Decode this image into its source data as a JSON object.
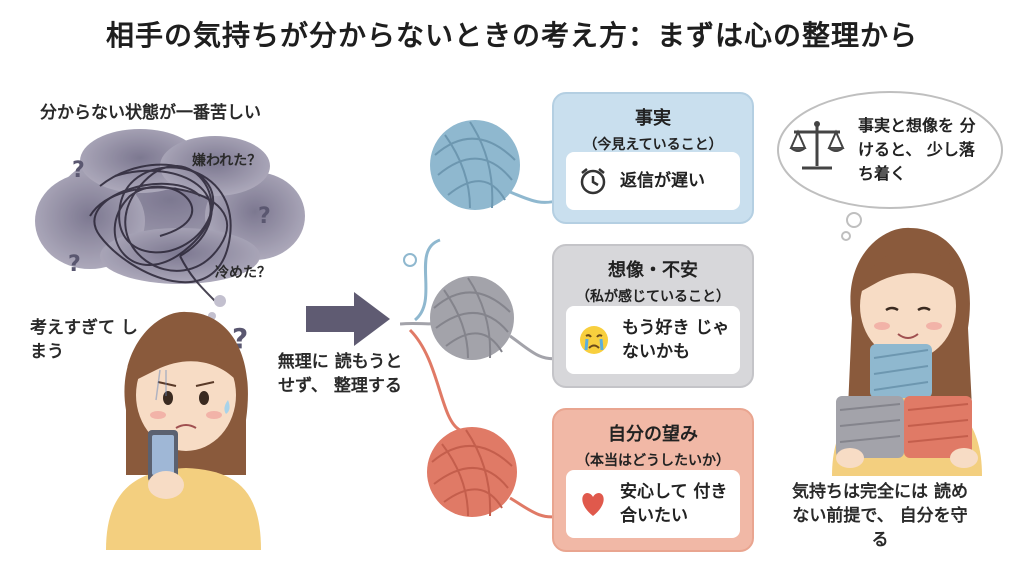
{
  "title": "相手の気持ちが分からないときの考え方：まずは心の整理から",
  "left": {
    "top_label": "分からない状態が一番苦しい",
    "thoughts": [
      "嫌われた？",
      "冷めた？"
    ],
    "overthinking_label": "考えすぎて しまう"
  },
  "middle": {
    "arrow_label": "無理に 読もうとせず、 整理する"
  },
  "cards": [
    {
      "title": "事実",
      "subtitle": "（今見えていること）",
      "icon": "alarm-clock-icon",
      "text": "返信が遅い",
      "color": "#c9dfee"
    },
    {
      "title": "想像・不安",
      "subtitle": "（私が感じていること）",
      "icon": "crying-face-icon",
      "text": "もう好き じゃないかも",
      "color": "#d7d7da"
    },
    {
      "title": "自分の望み",
      "subtitle": "（本当はどうしたいか）",
      "icon": "heart-icon",
      "text": "安心して 付き合いたい",
      "color": "#f1b8a6"
    }
  ],
  "right": {
    "bubble_text": "事実と想像を 分けると、 少し落ち着く",
    "bottom_label": "気持ちは完全には 読めない前提で、 自分を守る"
  },
  "colors": {
    "yarn_blue": "#8fb8cf",
    "yarn_gray": "#a3a3aa",
    "yarn_red": "#e07a66",
    "cloud": "#8e8a9e",
    "arrow": "#5f5b72"
  }
}
